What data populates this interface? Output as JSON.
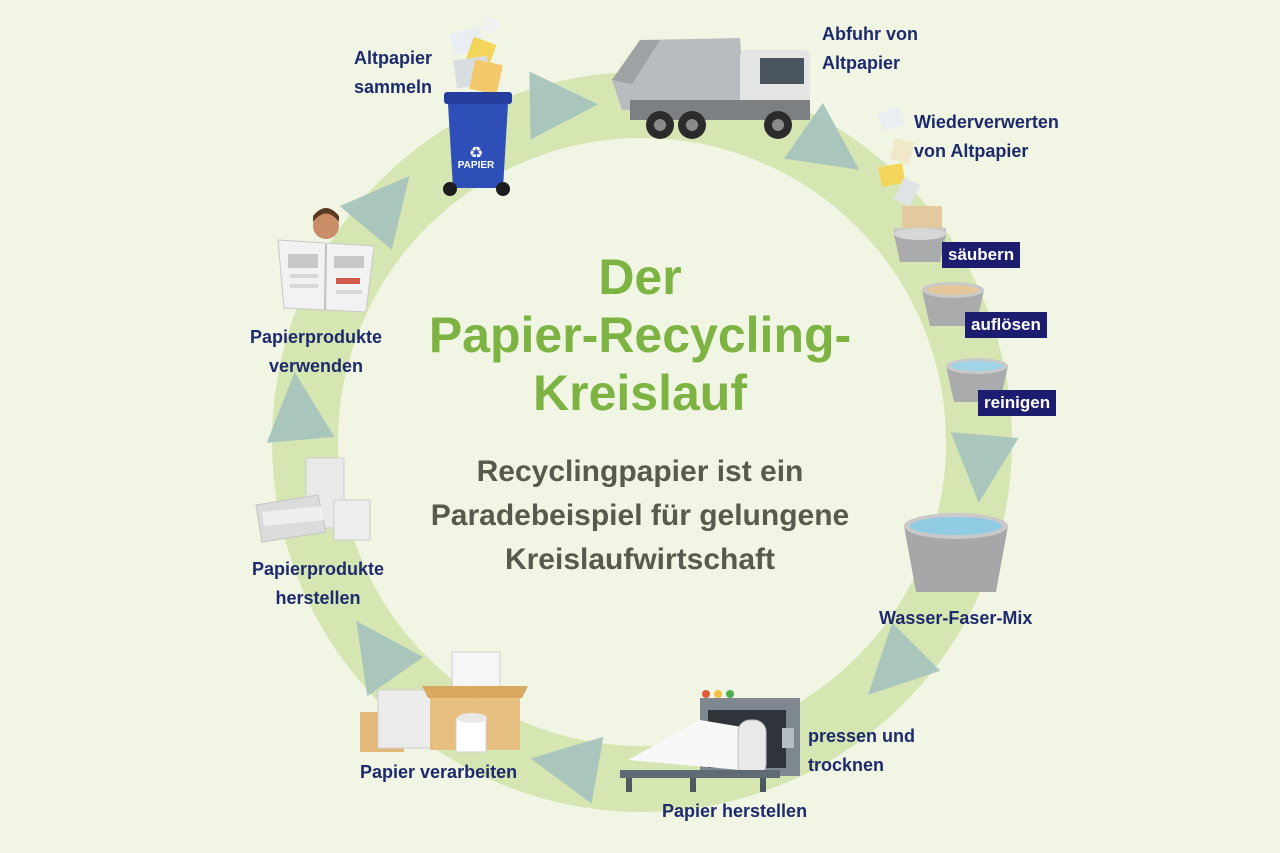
{
  "title": "Der\nPapier-Recycling-\nKreislauf",
  "subtitle": "Recyclingpapier ist ein\nParadebeispiel für gelungene\nKreislaufwirtschaft",
  "steps": {
    "collect": "Altpapier\nsammeln",
    "transport": "Abfuhr von\nAltpapier",
    "recycle": "Wiederverwerten\nvon Altpapier",
    "clean": "säubern",
    "dissolve": "auflösen",
    "purify": "reinigen",
    "mix": "Wasser-Faser-Mix",
    "press": "pressen und\ntrocknen",
    "make_paper": "Papier herstellen",
    "process": "Papier verarbeiten",
    "make_products": "Papierprodukte\nherstellen",
    "use_products": "Papierprodukte\nverwenden"
  },
  "bin_label": "PAPIER",
  "colors": {
    "title": "#7cb342",
    "label": "#1d2a6b",
    "tag_bg": "#1c1d6e",
    "ring": "#d6e6b2",
    "arrow": "#a8c4bd",
    "background": "#f1f5e3"
  },
  "icons": [
    "paper-bin-icon",
    "garbage-truck-icon",
    "waste-paper-icon",
    "tub-icon",
    "newspaper-reader-icon",
    "paper-stack-icon",
    "boxes-icon",
    "paper-machine-icon"
  ]
}
